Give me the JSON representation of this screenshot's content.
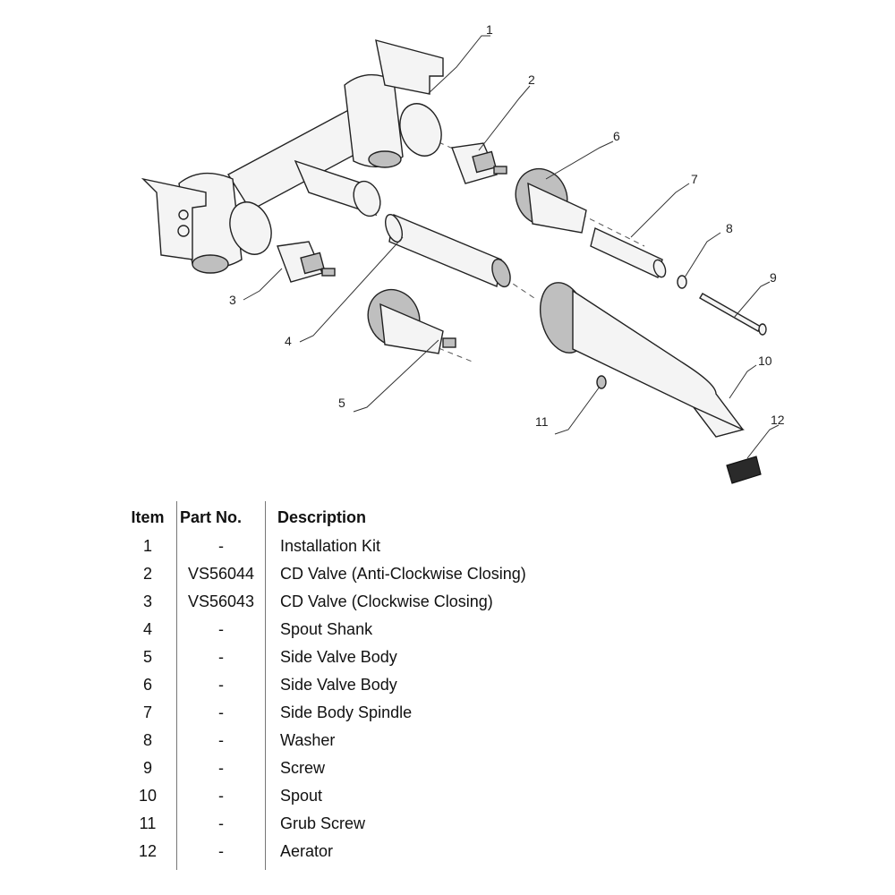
{
  "diagram": {
    "callouts": [
      "1",
      "2",
      "3",
      "4",
      "5",
      "6",
      "7",
      "8",
      "9",
      "10",
      "11",
      "12"
    ]
  },
  "table": {
    "headers": {
      "item": "Item",
      "part_no": "Part No.",
      "description": "Description"
    },
    "rows": [
      {
        "item": "1",
        "part_no": "-",
        "description": "Installation Kit"
      },
      {
        "item": "2",
        "part_no": "VS56044",
        "description": "CD Valve (Anti-Clockwise Closing)"
      },
      {
        "item": "3",
        "part_no": "VS56043",
        "description": "CD Valve (Clockwise Closing)"
      },
      {
        "item": "4",
        "part_no": "-",
        "description": "Spout Shank"
      },
      {
        "item": "5",
        "part_no": "-",
        "description": "Side Valve Body"
      },
      {
        "item": "6",
        "part_no": "-",
        "description": "Side Valve Body"
      },
      {
        "item": "7",
        "part_no": "-",
        "description": "Side Body Spindle"
      },
      {
        "item": "8",
        "part_no": "-",
        "description": "Washer"
      },
      {
        "item": "9",
        "part_no": "-",
        "description": "Screw"
      },
      {
        "item": "10",
        "part_no": "-",
        "description": "Spout"
      },
      {
        "item": "11",
        "part_no": "-",
        "description": "Grub Screw"
      },
      {
        "item": "12",
        "part_no": "-",
        "description": "Aerator"
      }
    ]
  }
}
